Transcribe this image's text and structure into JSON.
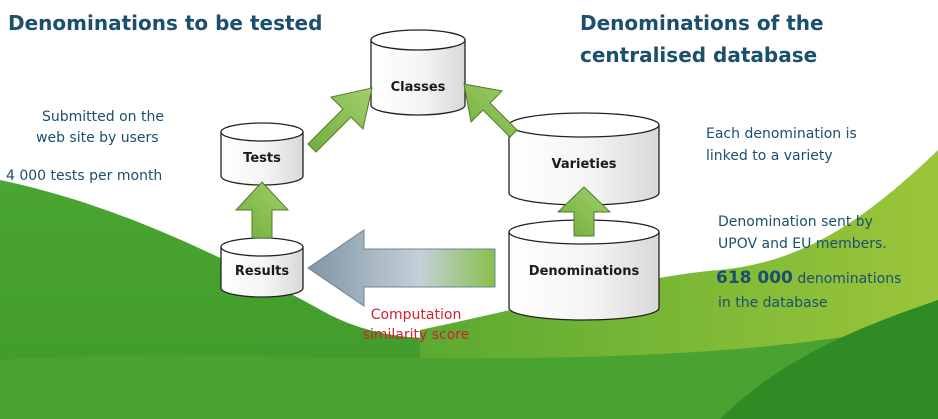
{
  "headings": {
    "left": "Denominations to be tested",
    "right_line1": "Denominations of the",
    "right_line2": "centralised database"
  },
  "databases": {
    "classes": "Classes",
    "tests": "Tests",
    "varieties": "Varieties",
    "results": "Results",
    "denominations": "Denominations"
  },
  "notes": {
    "submitted_line1": "Submitted on the",
    "submitted_line2": "web site by users",
    "tests_per_month": "4 000 tests per month",
    "linked_line1": "Each denomination is",
    "linked_line2": "linked to  a variety",
    "sent_line1": "Denomination sent by",
    "sent_line2": "UPOV and EU members.",
    "count_number": "618 000",
    "count_suffix": " denominations",
    "count_line2": "in the database",
    "computation_line1": "Computation",
    "computation_line2": "similarity score"
  },
  "colors": {
    "heading": "#1a4f6e",
    "note": "#1a4f6e",
    "computation": "#d2202f",
    "green_dark": "#3a9a2d",
    "green_light": "#8cc63f",
    "arrow_gray": "#8ea2b0"
  }
}
